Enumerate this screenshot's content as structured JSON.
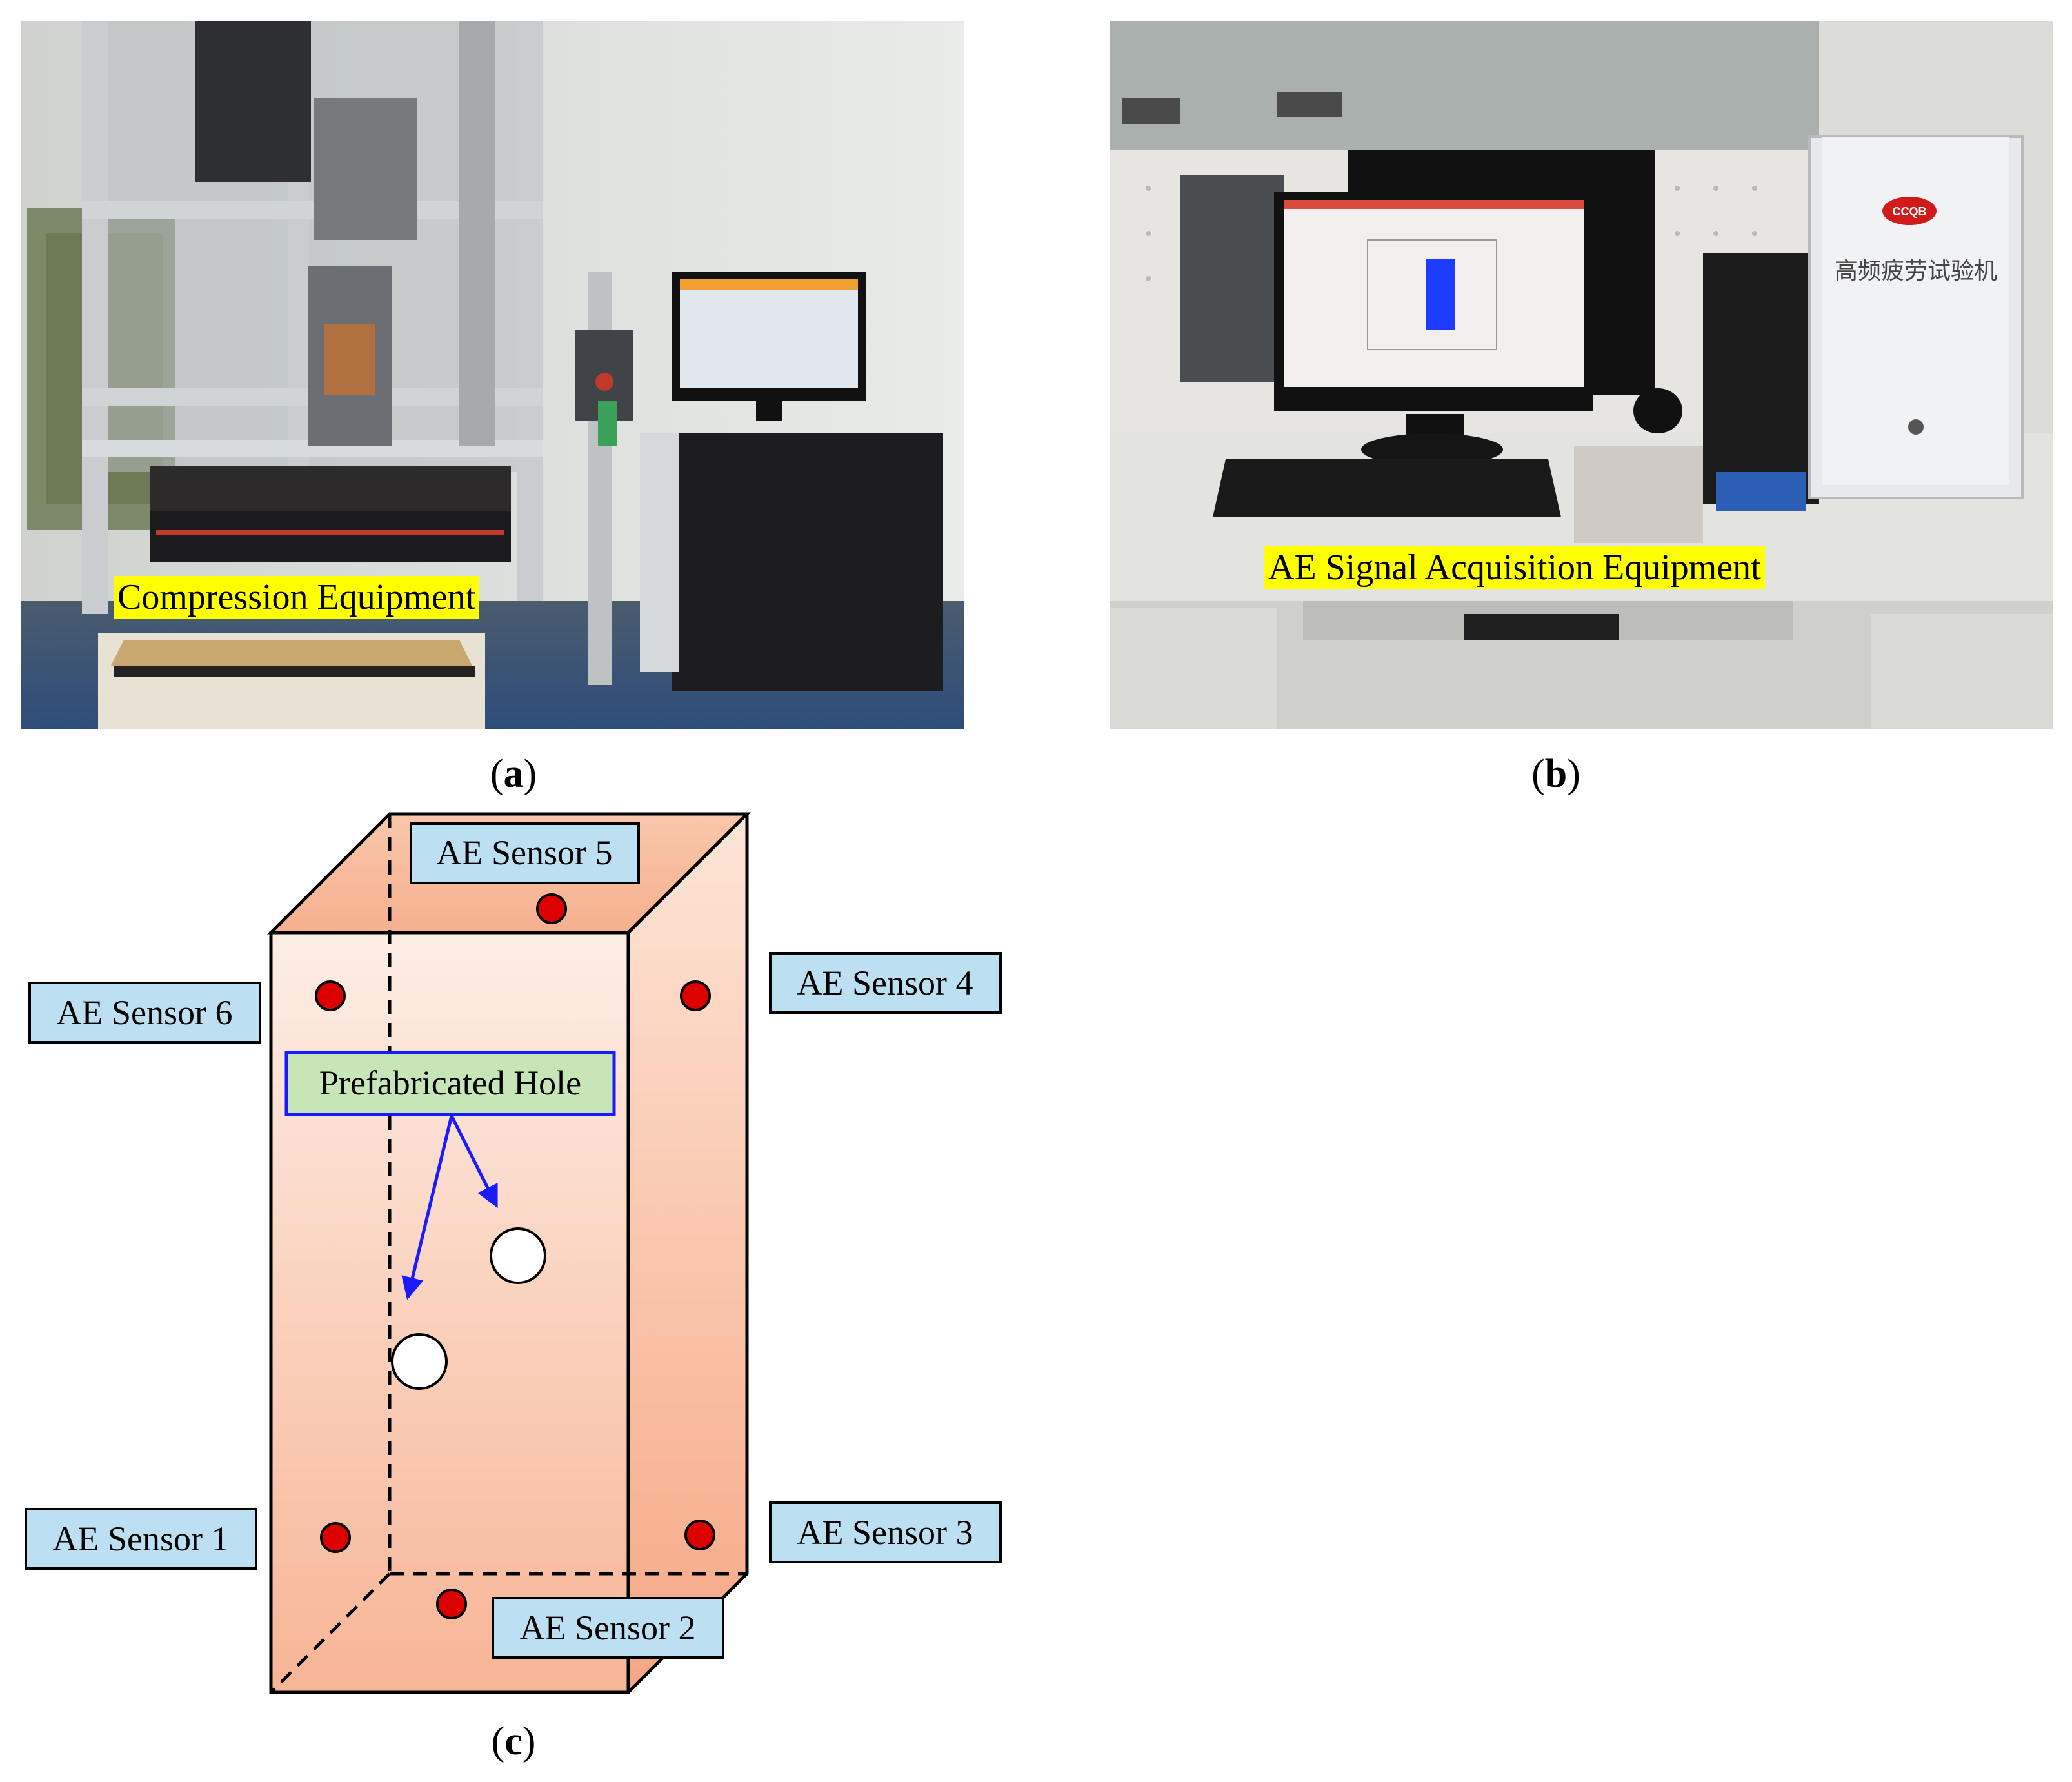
{
  "panels": {
    "a": {
      "caption_open": "(",
      "caption_letter": "a",
      "caption_close": ")",
      "label": "Compression Equipment"
    },
    "b": {
      "caption_open": "(",
      "caption_letter": "b",
      "caption_close": ")",
      "label": "AE Signal Acquisition Equipment",
      "machine_text": "高频疲劳试验机",
      "machine_logo": "CCQB"
    },
    "c": {
      "caption_open": "(",
      "caption_letter": "c",
      "caption_close": ")",
      "hole_label": "Prefabricated Hole",
      "sensors": {
        "s1": "AE Sensor 1",
        "s2": "AE Sensor 2",
        "s3": "AE Sensor 3",
        "s4": "AE Sensor 4",
        "s5": "AE Sensor 5",
        "s6": "AE Sensor 6"
      }
    }
  },
  "colors": {
    "highlight": "#ffff00",
    "sensor_box": "#bcdff2",
    "hole_box": "#c6e6b8",
    "hole_box_border": "#1a1aff",
    "arrow": "#1a1aff",
    "sensor_dot": "#dd0000",
    "specimen_fill": "#f9c2a4"
  }
}
